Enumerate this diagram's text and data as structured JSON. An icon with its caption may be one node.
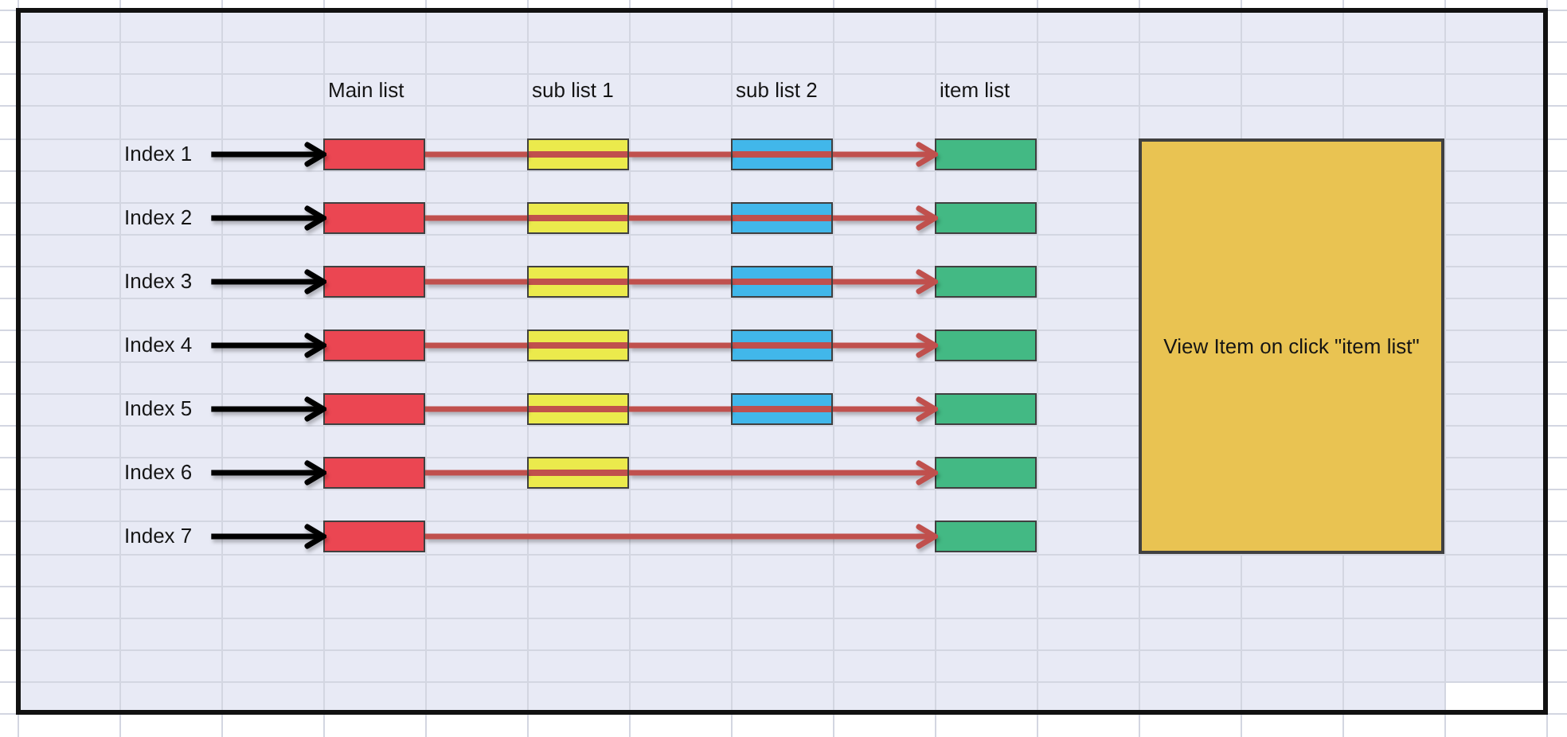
{
  "diagram": {
    "nodes": [
      {
        "text": [
          "Index 1"
        ]
      },
      {
        "text": [],
        "shape": "box"
      },
      {
        "text": [],
        "shape": "box"
      },
      {
        "text": [],
        "shape": "box"
      },
      {
        "text": [],
        "shape": "box"
      },
      {
        "text": [
          "Index 2"
        ]
      },
      {
        "text": [],
        "shape": "box"
      },
      {
        "text": [],
        "shape": "box"
      },
      {
        "text": [],
        "shape": "box"
      },
      {
        "text": [],
        "shape": "box"
      },
      {
        "text": [
          "Index 3"
        ]
      },
      {
        "text": [],
        "shape": "box"
      },
      {
        "text": [],
        "shape": "box"
      },
      {
        "text": [],
        "shape": "box"
      },
      {
        "text": [],
        "shape": "box"
      },
      {
        "text": [
          "Index 4"
        ]
      },
      {
        "text": [],
        "shape": "box"
      },
      {
        "text": [],
        "shape": "box"
      },
      {
        "text": [],
        "shape": "box"
      },
      {
        "text": [],
        "shape": "box"
      },
      {
        "text": [
          "Index 5"
        ]
      },
      {
        "text": [],
        "shape": "box"
      },
      {
        "text": [],
        "shape": "box"
      },
      {
        "text": [],
        "shape": "box"
      },
      {
        "text": [],
        "shape": "box"
      },
      {
        "text": [
          "Index 6"
        ]
      },
      {
        "text": [],
        "shape": "box"
      },
      {
        "text": [],
        "shape": "box"
      },
      {
        "text": [],
        "shape": "box"
      },
      {
        "text": [
          "Index 7"
        ]
      },
      {
        "text": [],
        "shape": "box"
      },
      {
        "text": [],
        "shape": "box"
      },
      {
        "text": [
          "View Item on click \"item list\""
        ]
      }
    ],
    "edges": [
      {
        "from": 0,
        "to": 1,
        "arrow": "to",
        "color": "#000000"
      },
      {
        "from": 1,
        "to": 2,
        "arrow": "none"
      },
      {
        "from": 2,
        "to": 3,
        "arrow": "none"
      },
      {
        "from": 3,
        "to": 4,
        "arrow": "to"
      },
      {
        "from": 5,
        "to": 6,
        "arrow": "to",
        "color": "#000000"
      },
      {
        "from": 6,
        "to": 7,
        "arrow": "none"
      },
      {
        "from": 7,
        "to": 8,
        "arrow": "none"
      },
      {
        "from": 8,
        "to": 9,
        "arrow": "to"
      },
      {
        "from": 10,
        "to": 11,
        "arrow": "to",
        "color": "#000000"
      },
      {
        "from": 11,
        "to": 12,
        "arrow": "none"
      },
      {
        "from": 12,
        "to": 13,
        "arrow": "none"
      },
      {
        "from": 13,
        "to": 14,
        "arrow": "to"
      },
      {
        "from": 15,
        "to": 16,
        "arrow": "to",
        "color": "#000000"
      },
      {
        "from": 16,
        "to": 17,
        "arrow": "none"
      },
      {
        "from": 17,
        "to": 18,
        "arrow": "none"
      },
      {
        "from": 18,
        "to": 19,
        "arrow": "to"
      },
      {
        "from": 20,
        "to": 21,
        "arrow": "to",
        "color": "#000000"
      },
      {
        "from": 21,
        "to": 22,
        "arrow": "none"
      },
      {
        "from": 22,
        "to": 23,
        "arrow": "none"
      },
      {
        "from": 23,
        "to": 24,
        "arrow": "to"
      },
      {
        "from": 25,
        "to": 26,
        "arrow": "to",
        "color": "#000000"
      },
      {
        "from": 26,
        "to": 27,
        "arrow": "none"
      },
      {
        "from": 27,
        "to": 28,
        "arrow": "to"
      },
      {
        "from": 29,
        "to": 30,
        "arrow": "to",
        "color": "#000000"
      },
      {
        "from": 30,
        "to": 31,
        "arrow": "to"
      }
    ],
    "labels": [
      "Main list",
      "sub list 1",
      "sub list 2",
      "item list"
    ]
  }
}
